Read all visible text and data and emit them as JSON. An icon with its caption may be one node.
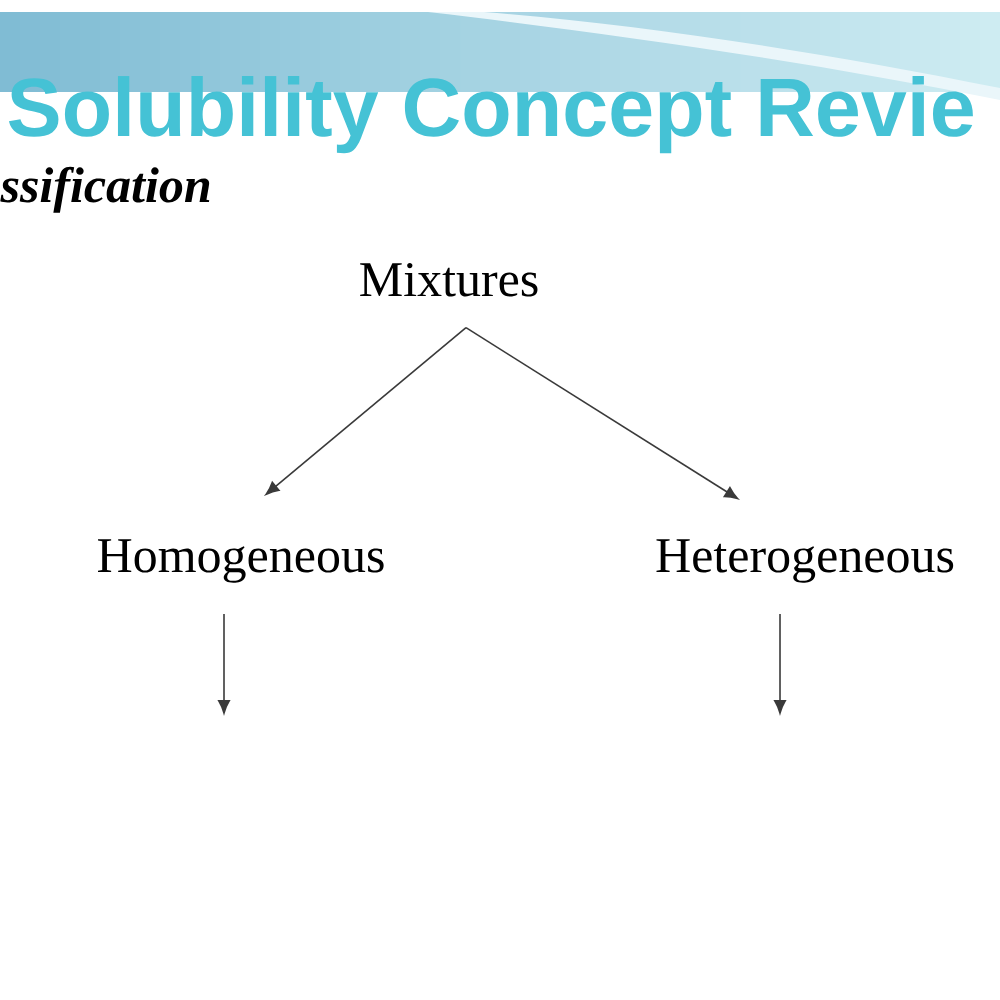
{
  "diagram": {
    "title": "Solubility Concept Revie",
    "nodes": [
      {
        "text": [
          "Mixtures"
        ]
      },
      {
        "text": [
          "Homogeneous"
        ]
      },
      {
        "text": [
          "Heterogeneous"
        ]
      }
    ],
    "edges": [
      {
        "from": 0,
        "to": 1,
        "arrow": "to"
      },
      {
        "from": 0,
        "to": 2,
        "arrow": "to"
      },
      {
        "from": 1,
        "to": null,
        "arrow": "to"
      },
      {
        "from": 2,
        "to": null,
        "arrow": "to"
      }
    ],
    "labels": [
      "ssification"
    ]
  }
}
